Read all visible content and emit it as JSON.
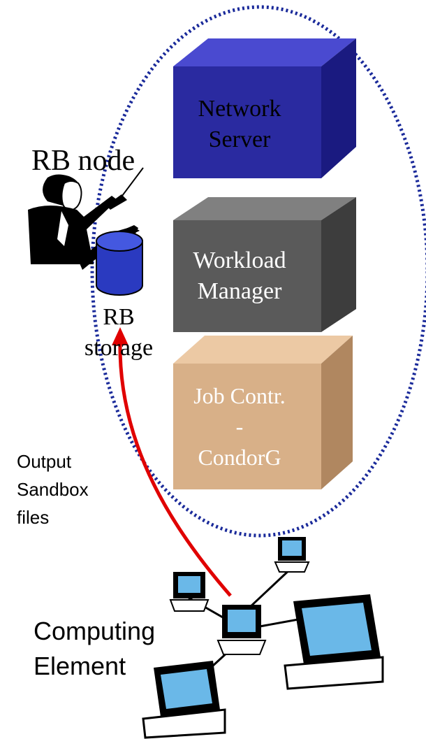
{
  "labels": {
    "rb_node": "RB node",
    "rb_storage": [
      "RB",
      "storage"
    ],
    "output_sandbox": [
      "Output",
      "Sandbox",
      "files"
    ],
    "computing_element": [
      "Computing",
      "Element"
    ]
  },
  "components": [
    {
      "id": "network-server",
      "lines": [
        "Network",
        "Server"
      ],
      "color": "#2a2aa0",
      "text_color": "#000000"
    },
    {
      "id": "workload-manager",
      "lines": [
        "Workload",
        "Manager"
      ],
      "color": "#5a5a5a",
      "text_color": "#ffffff"
    },
    {
      "id": "job-controller",
      "lines": [
        "Job Contr.",
        "-",
        "CondorG"
      ],
      "color": "#d8b088",
      "text_color": "#ffffff"
    }
  ],
  "colors": {
    "ellipse_border": "#1a2a9a",
    "arrow": "#e00000",
    "database": "#2a3ac0"
  },
  "icons": [
    "conductor-icon",
    "database-icon",
    "computer-network-icon"
  ]
}
